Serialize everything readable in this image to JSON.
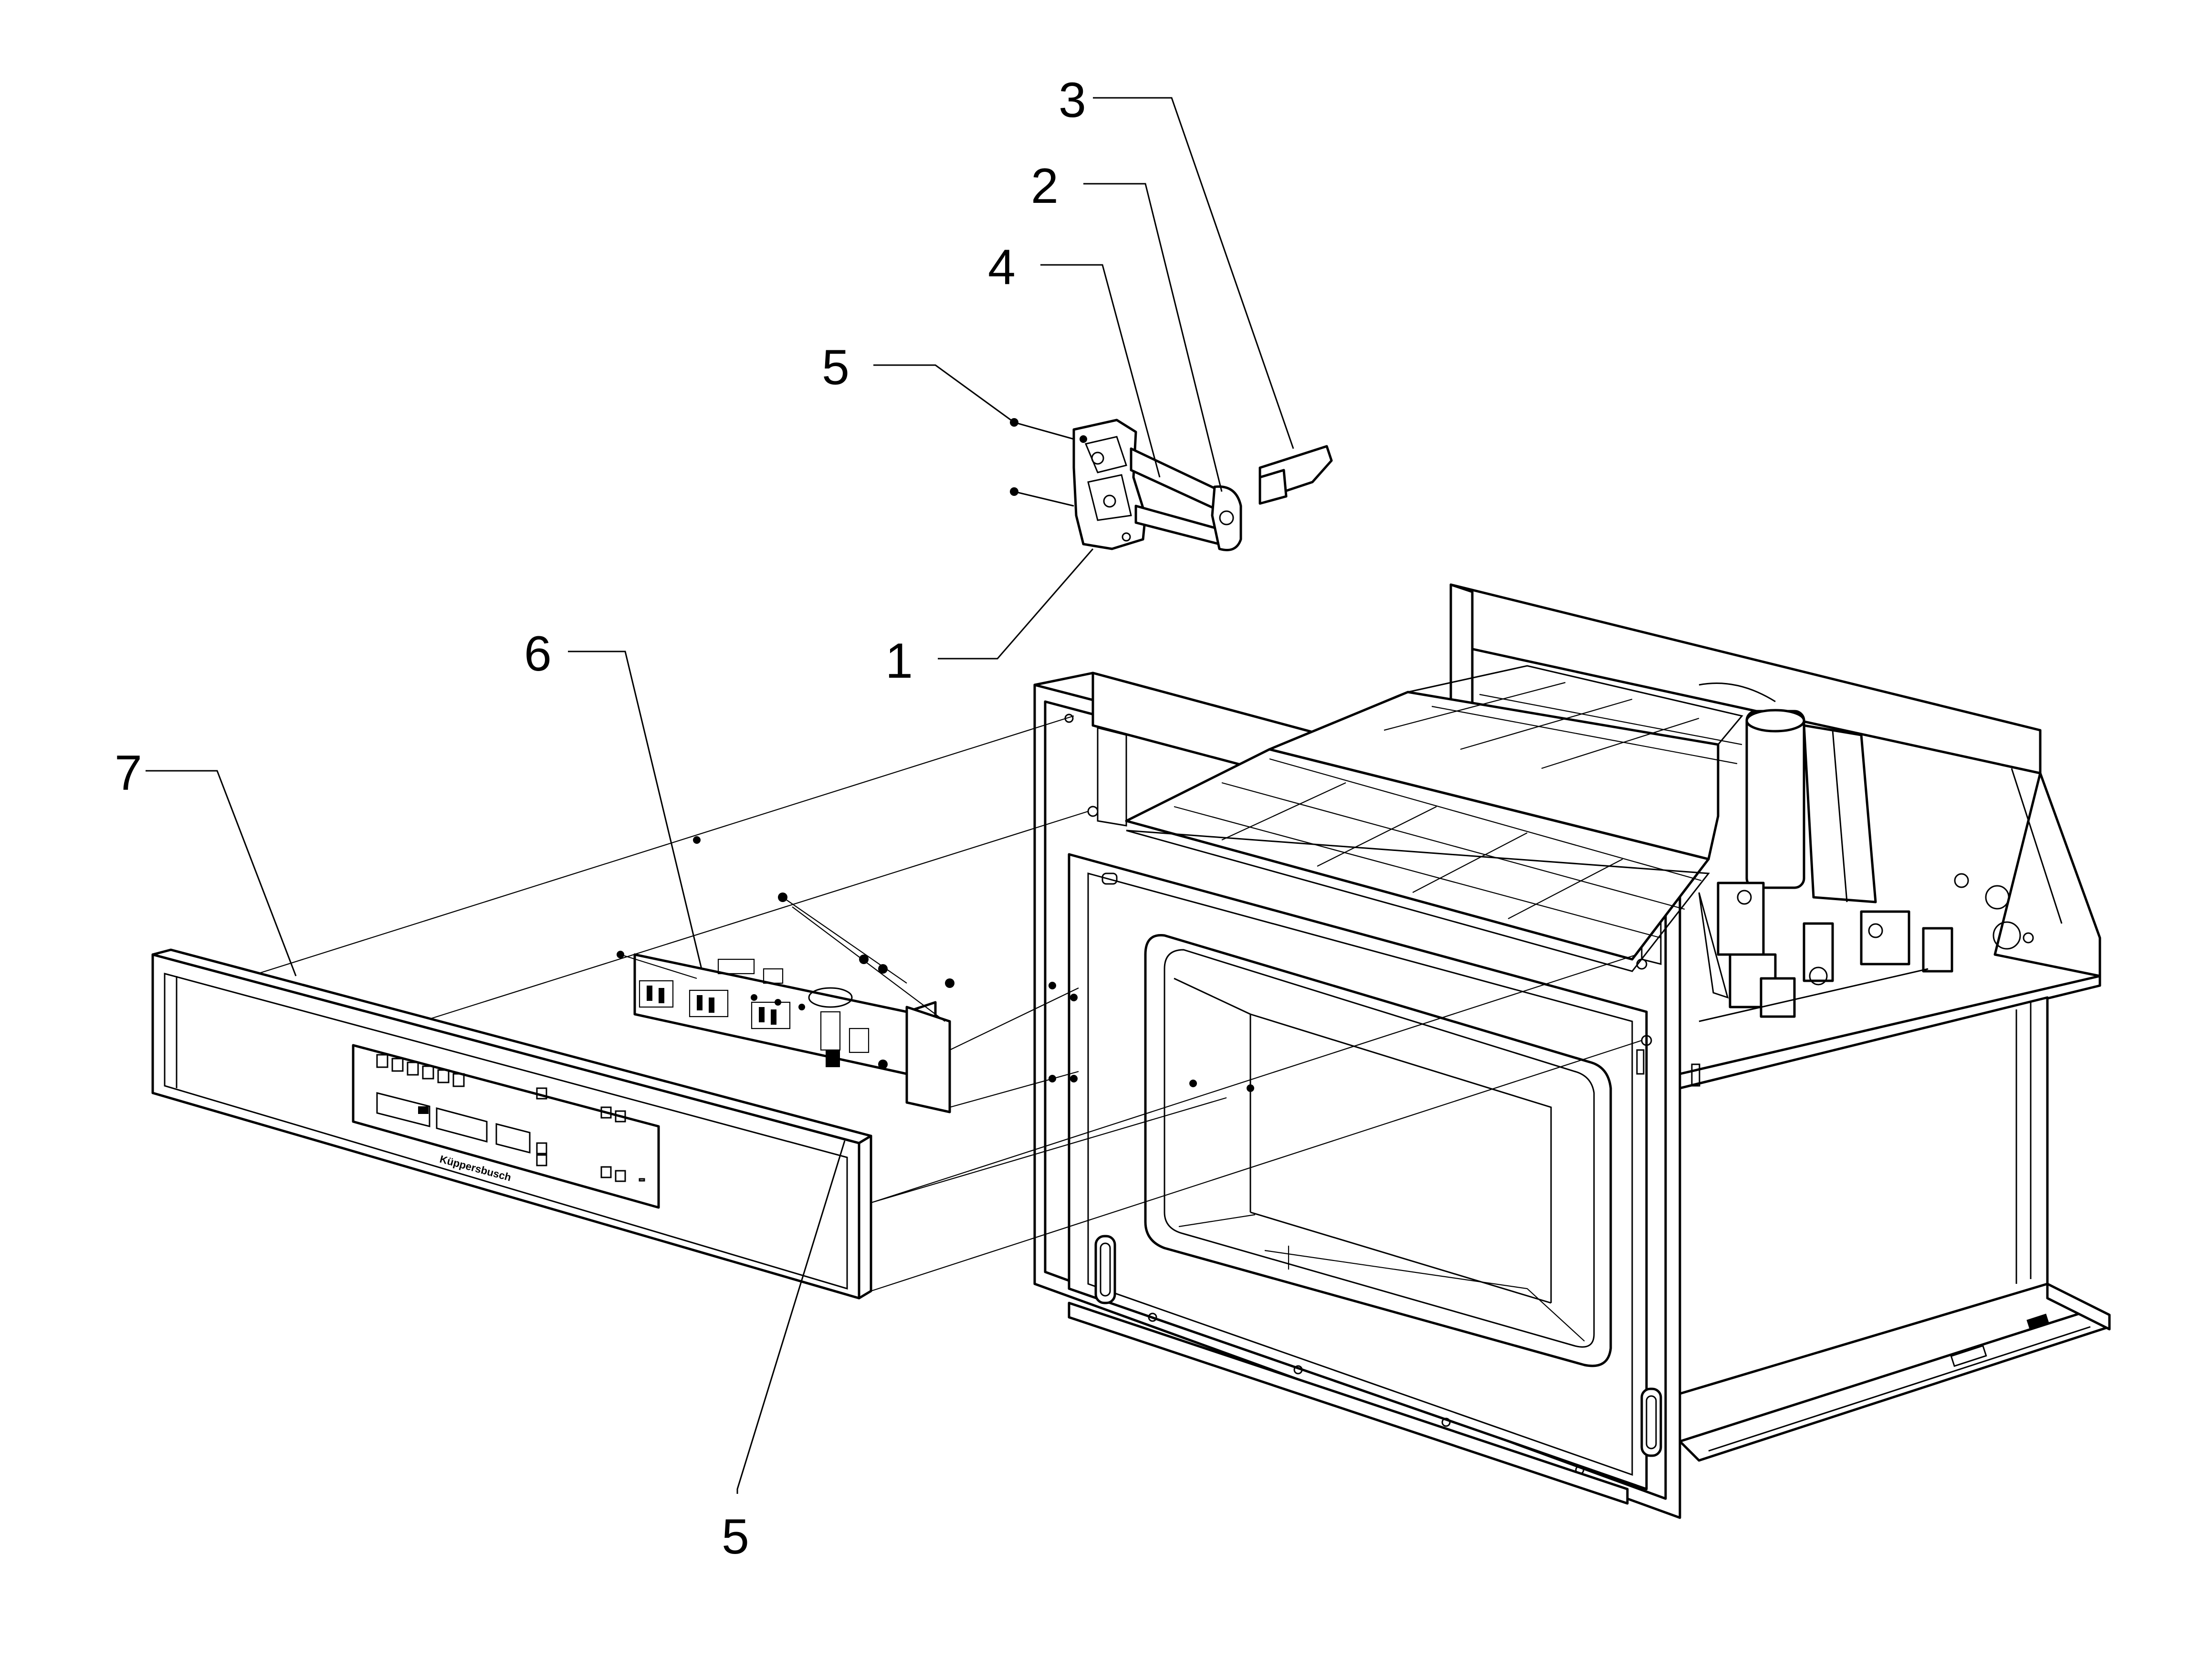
{
  "diagram": {
    "type": "exploded-parts-view",
    "callouts": [
      {
        "id": "c3",
        "label": "3"
      },
      {
        "id": "c2",
        "label": "2"
      },
      {
        "id": "c4",
        "label": "4"
      },
      {
        "id": "c5a",
        "label": "5"
      },
      {
        "id": "c1",
        "label": "1"
      },
      {
        "id": "c6",
        "label": "6"
      },
      {
        "id": "c7",
        "label": "7"
      },
      {
        "id": "c5b",
        "label": "5"
      }
    ],
    "brand_mark": "Küppersbusch"
  }
}
